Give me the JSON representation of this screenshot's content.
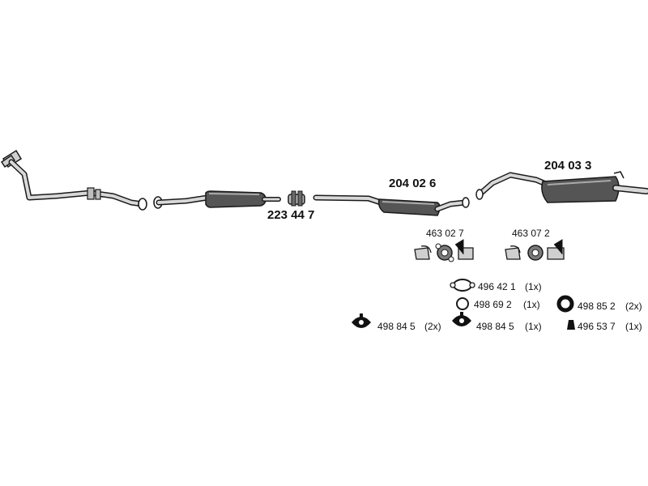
{
  "colors": {
    "outline": "#1a1a1a",
    "metal_light": "#d8d8d8",
    "metal_dark": "#4a4a4a",
    "hardware": "#111111"
  },
  "parts": {
    "front_pipe": {
      "icon": "front-pipe-icon"
    },
    "middle_silencer": {
      "icon": "middle-silencer-icon"
    },
    "clamp_223": {
      "label": "223 44 7",
      "icon": "clamp-icon"
    },
    "silencer_204026": {
      "label": "204 02 6",
      "icon": "center-silencer-icon"
    },
    "silencer_204033": {
      "label": "204 03 3",
      "icon": "rear-silencer-icon"
    },
    "kit_463027": {
      "label": "463 02 7",
      "icon": "mounting-kit-icon"
    },
    "kit_463072": {
      "label": "463 07 2",
      "icon": "mounting-kit-icon"
    }
  },
  "hardware": [
    {
      "code": "496 42 1",
      "qty": "(1x)",
      "icon": "gasket-icon"
    },
    {
      "code": "498 69 2",
      "qty": "(1x)",
      "icon": "ring-icon"
    },
    {
      "code": "498 85 2",
      "qty": "(2x)",
      "icon": "rubber-ring-icon"
    },
    {
      "code": "498 84 5",
      "qty": "(2x)",
      "icon": "rubber-mount-icon"
    },
    {
      "code": "498 84 5",
      "qty": "(1x)",
      "icon": "rubber-mount-icon"
    },
    {
      "code": "496 53 7",
      "qty": "(1x)",
      "icon": "buffer-icon"
    }
  ]
}
